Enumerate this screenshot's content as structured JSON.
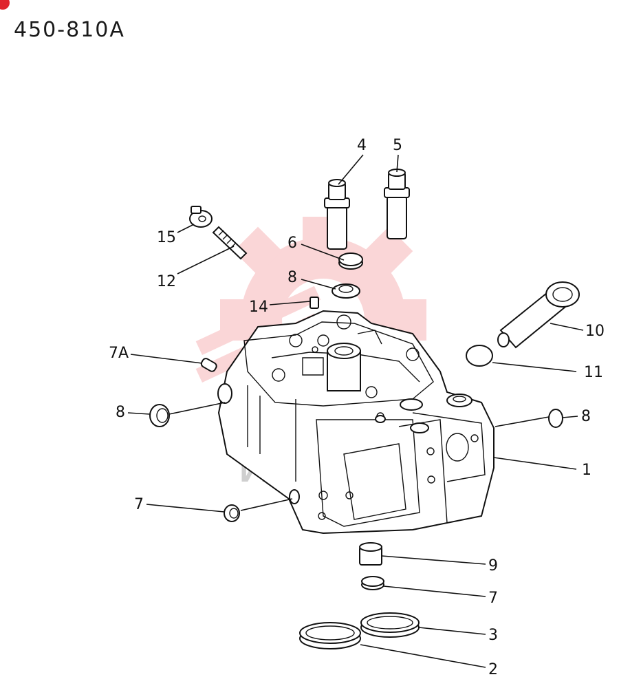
{
  "header": {
    "code": "450-810A"
  },
  "watermark": {
    "text": "ИНТЕХ",
    "color": "#e8202a"
  },
  "callouts": [
    "1",
    "2",
    "3",
    "4",
    "5",
    "6",
    "7",
    "7A",
    "7",
    "8",
    "8",
    "8",
    "9",
    "10",
    "11",
    "12",
    "14",
    "15"
  ]
}
